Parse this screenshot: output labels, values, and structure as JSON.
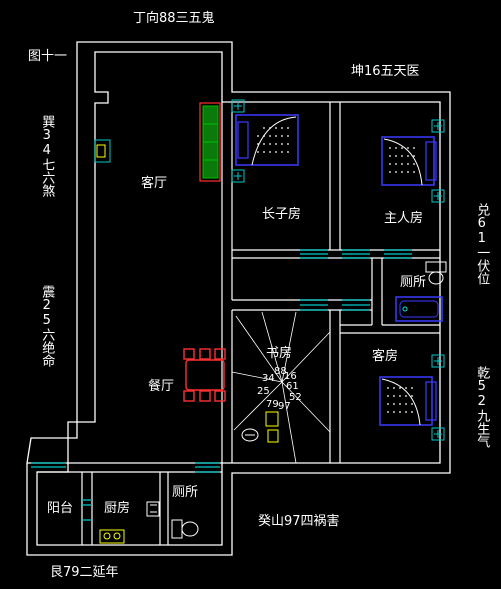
{
  "figure_label": "图十一",
  "directions": {
    "top": "丁向88三五鬼",
    "top_right": "坤16五天医",
    "left_upper": "巽34七六煞",
    "left_lower": "震25六绝命",
    "right_upper": "兑61一伏位",
    "right_lower": "乾52九生气",
    "bottom_center": "癸山97四祸害",
    "bottom_left": "艮79二延年"
  },
  "rooms": {
    "living": "客厅",
    "eldest_son": "长子房",
    "master": "主人房",
    "toilet_right": "厕所",
    "study": "书房",
    "guest": "客房",
    "dining": "餐厅",
    "balcony": "阳台",
    "kitchen": "厨房",
    "toilet_left": "厕所"
  },
  "compass_numbers": [
    "88",
    "16",
    "61",
    "52",
    "97",
    "79",
    "25",
    "34"
  ],
  "colors": {
    "wall": "#ffffff",
    "furniture_bed": "#3b3bff",
    "sofa": "#00c000",
    "sofa_border": "#ff3030",
    "dining_chairs": "#ff3030",
    "fixtures": "#ffff00",
    "window": "#00c8c8",
    "bath_accent": "#00e5e5"
  }
}
